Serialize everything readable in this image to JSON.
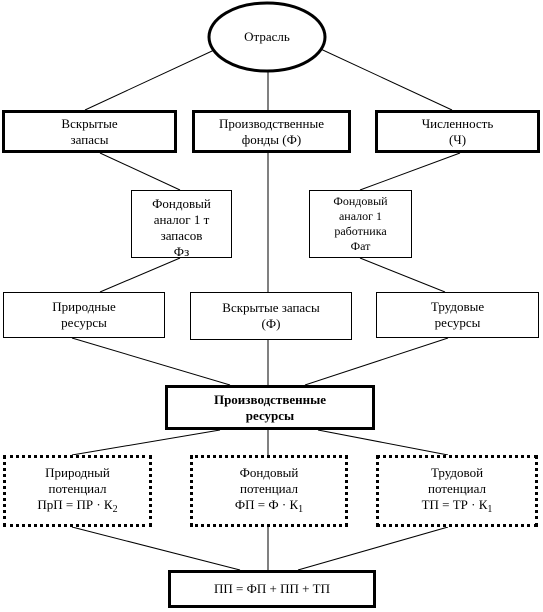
{
  "root": {
    "label": "Отрасль"
  },
  "level1": {
    "reserves": {
      "line1": "Вскрытые",
      "line2": "запасы"
    },
    "funds": {
      "line1": "Производственные",
      "line2": "фонды (Ф)"
    },
    "headcount": {
      "line1": "Численность",
      "line2": "(Ч)"
    }
  },
  "analogs": {
    "per_ton": {
      "line1": "Фондовый",
      "line2": "аналог 1 т",
      "line3": "запасов",
      "line4": "Фз"
    },
    "per_worker": {
      "line1": "Фондовый",
      "line2": "аналог 1",
      "line3": "работника",
      "line4": "Фат"
    }
  },
  "level2": {
    "natural": {
      "line1": "Природные",
      "line2": "ресурсы"
    },
    "opened": {
      "line1": "Вскрытые запасы",
      "line2": "(Ф)"
    },
    "labor": {
      "line1": "Трудовые",
      "line2": "ресурсы"
    }
  },
  "production": {
    "line1": "Производственные",
    "line2": "ресурсы"
  },
  "potentials": {
    "natural": {
      "line1": "Природный",
      "line2": "потенциал",
      "formula": "ПрП = ПР · К",
      "sub": "2"
    },
    "fund": {
      "line1": "Фондовый",
      "line2": "потенциал",
      "formula": "ФП = Ф · К",
      "sub": "1"
    },
    "labor": {
      "line1": "Трудовой",
      "line2": "потенциал",
      "formula": "ТП = ТР · К",
      "sub": "1"
    }
  },
  "total": {
    "formula": "ПП = ФП + ПП + ТП"
  }
}
